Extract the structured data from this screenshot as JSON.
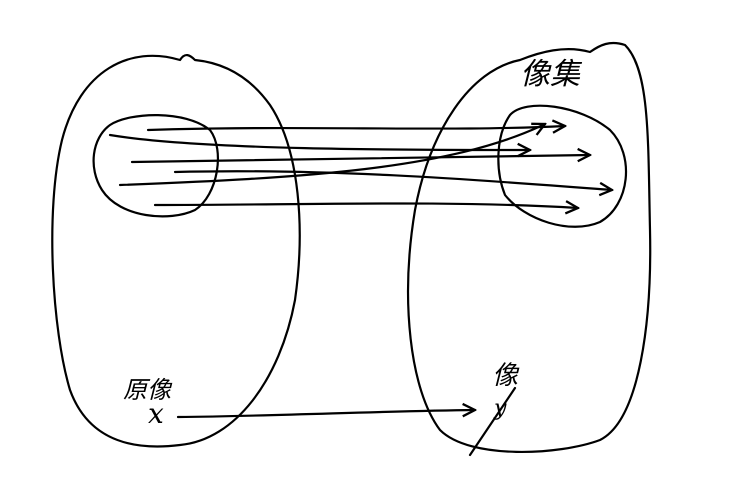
{
  "labels": {
    "image_set": "像集",
    "preimage": "原像",
    "preimage_var": "x",
    "image": "像",
    "image_var": "y"
  },
  "colors": {
    "ink": "#000000",
    "background": "#ffffff"
  }
}
